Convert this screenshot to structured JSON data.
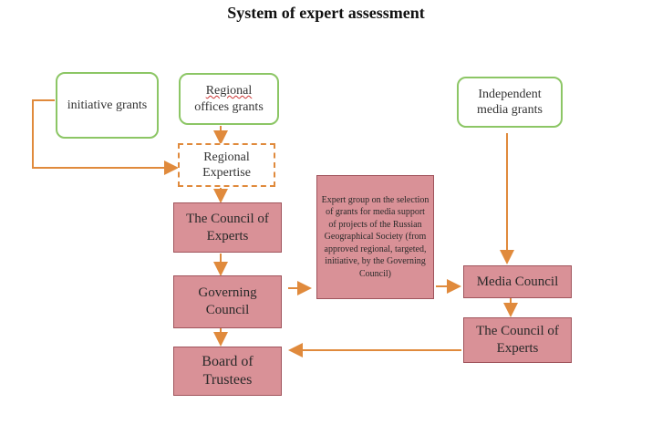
{
  "diagram": {
    "title": "System of expert assessment",
    "nodes": {
      "initiative_grants": "initiative grants",
      "regional_offices_grants_line1": "Regional",
      "regional_offices_grants_line2": "offices grants",
      "independent_media_grants_line1": "Independent",
      "independent_media_grants_line2": "media grants",
      "regional_expertise_line1": "Regional",
      "regional_expertise_line2": "Expertise",
      "council_of_experts_left_line1": "The Council of",
      "council_of_experts_left_line2": "Experts",
      "governing_council_line1": "Governing",
      "governing_council_line2": "Council",
      "board_of_trustees_line1": "Board of",
      "board_of_trustees_line2": "Trustees",
      "expert_group": "Expert group on the selection of grants for media support of projects of the Russian Geographical Society (from approved regional, targeted, initiative, by the Governing Council)",
      "media_council": "Media Council",
      "council_of_experts_right_line1": "The Council of",
      "council_of_experts_right_line2": "Experts"
    },
    "edges": [
      {
        "from": "initiative grants",
        "to": "Regional Expertise"
      },
      {
        "from": "Regional offices grants",
        "to": "Regional Expertise"
      },
      {
        "from": "Regional Expertise",
        "to": "The Council of Experts"
      },
      {
        "from": "The Council of Experts",
        "to": "Governing Council"
      },
      {
        "from": "Governing Council",
        "to": "Board of Trustees"
      },
      {
        "from": "Governing Council",
        "to": "Expert group"
      },
      {
        "from": "Expert group",
        "to": "Media Council"
      },
      {
        "from": "Independent media grants",
        "to": "Media Council"
      },
      {
        "from": "Media Council",
        "to": "The Council of Experts (right)"
      },
      {
        "from": "The Council of Experts (right)",
        "to": "Board of Trustees"
      }
    ],
    "colors": {
      "green_border": "#8cc665",
      "arrow": "#e08a3c",
      "red_fill": "#d99197",
      "red_border": "#a0545c"
    }
  }
}
